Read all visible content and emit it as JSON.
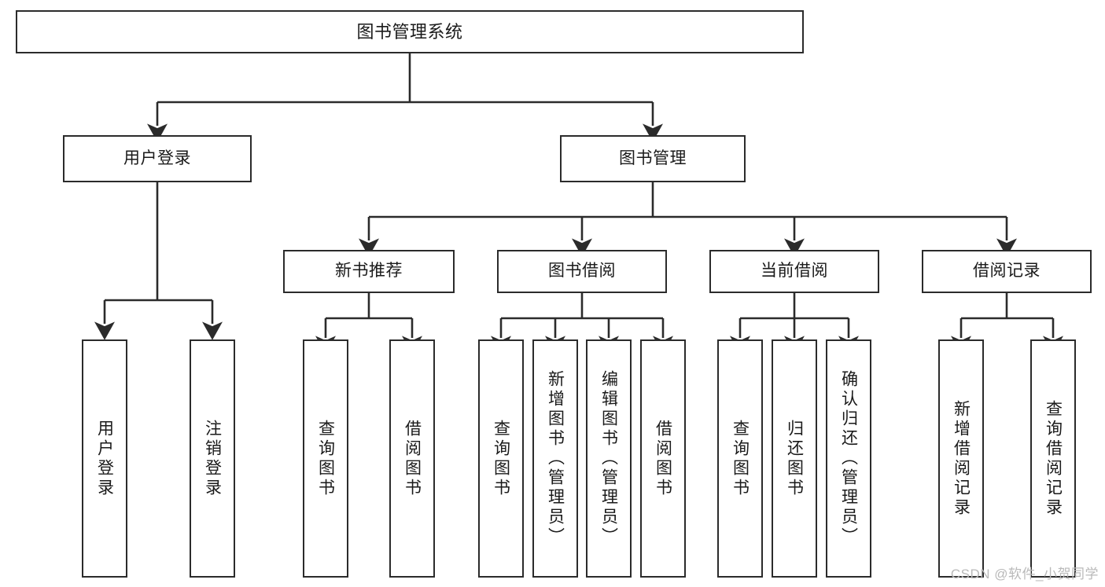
{
  "diagram": {
    "title": "图书管理系统",
    "type": "tree-hierarchy",
    "watermark": "CSDN @软件_小贺同学",
    "colors": {
      "stroke": "#2b2b2b",
      "fill": "#ffffff",
      "text": "#1a1a1a",
      "watermark": "#b9b9b9"
    },
    "nodes": {
      "root": {
        "label": "图书管理系统"
      },
      "level2": [
        {
          "label": "用户登录"
        },
        {
          "label": "图书管理"
        }
      ],
      "level3": [
        {
          "label": "新书推荐"
        },
        {
          "label": "图书借阅"
        },
        {
          "label": "当前借阅"
        },
        {
          "label": "借阅记录"
        }
      ],
      "leaves_user_login": [
        {
          "label": "用户登录"
        },
        {
          "label": "注销登录"
        }
      ],
      "leaves_new_book": [
        {
          "label": "查询图书"
        },
        {
          "label": "借阅图书"
        }
      ],
      "leaves_borrow": [
        {
          "label": "查询图书"
        },
        {
          "label": "新增图书（管理员）"
        },
        {
          "label": "编辑图书（管理员）"
        },
        {
          "label": "借阅图书"
        }
      ],
      "leaves_current": [
        {
          "label": "查询图书"
        },
        {
          "label": "归还图书"
        },
        {
          "label": "确认归还（管理员）"
        }
      ],
      "leaves_record": [
        {
          "label": "新增借阅记录"
        },
        {
          "label": "查询借阅记录"
        }
      ]
    }
  }
}
